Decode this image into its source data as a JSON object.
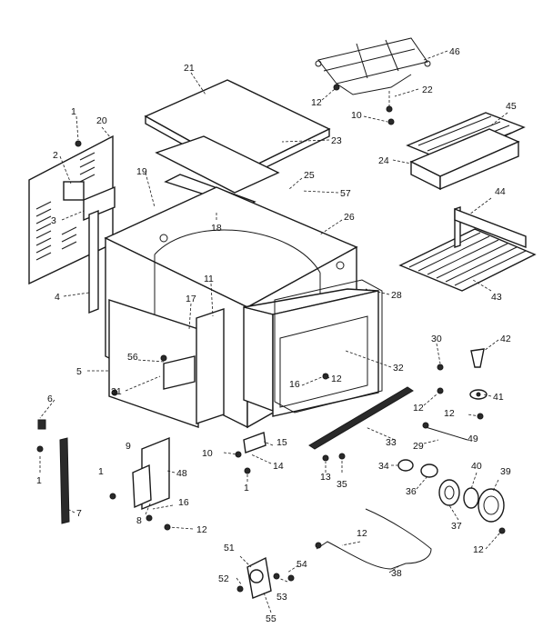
{
  "diagram": {
    "callouts": [
      "1",
      "2",
      "3",
      "4",
      "5",
      "6",
      "7",
      "8",
      "9",
      "10",
      "11",
      "12",
      "13",
      "14",
      "15",
      "16",
      "17",
      "18",
      "19",
      "20",
      "21",
      "22",
      "23",
      "24",
      "25",
      "26",
      "28",
      "29",
      "30",
      "31",
      "32",
      "33",
      "34",
      "35",
      "36",
      "37",
      "38",
      "39",
      "40",
      "41",
      "42",
      "43",
      "44",
      "45",
      "46",
      "48",
      "49",
      "51",
      "52",
      "53",
      "54",
      "55",
      "56",
      "57"
    ]
  }
}
